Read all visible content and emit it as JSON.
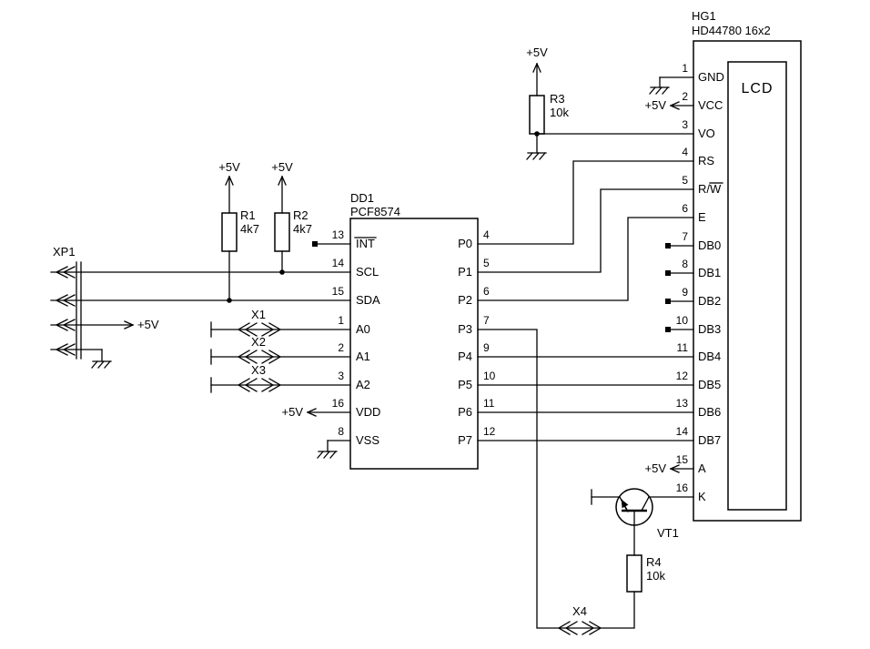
{
  "power_label": "+5V",
  "xp1": {
    "ref": "XP1"
  },
  "r1": {
    "ref": "R1",
    "value": "4k7"
  },
  "r2": {
    "ref": "R2",
    "value": "4k7"
  },
  "r3": {
    "ref": "R3",
    "value": "10k"
  },
  "r4": {
    "ref": "R4",
    "value": "10k"
  },
  "vt1": {
    "ref": "VT1"
  },
  "x1": {
    "ref": "X1"
  },
  "x2": {
    "ref": "X2"
  },
  "x3": {
    "ref": "X3"
  },
  "x4": {
    "ref": "X4"
  },
  "dd1": {
    "ref": "DD1",
    "part": "PCF8574",
    "left_pins": [
      {
        "num": "13",
        "name": "INT"
      },
      {
        "num": "14",
        "name": "SCL"
      },
      {
        "num": "15",
        "name": "SDA"
      },
      {
        "num": "1",
        "name": "A0"
      },
      {
        "num": "2",
        "name": "A1"
      },
      {
        "num": "3",
        "name": "A2"
      },
      {
        "num": "16",
        "name": "VDD"
      },
      {
        "num": "8",
        "name": "VSS"
      }
    ],
    "right_pins": [
      {
        "num": "4",
        "name": "P0"
      },
      {
        "num": "5",
        "name": "P1"
      },
      {
        "num": "6",
        "name": "P2"
      },
      {
        "num": "7",
        "name": "P3"
      },
      {
        "num": "9",
        "name": "P4"
      },
      {
        "num": "10",
        "name": "P5"
      },
      {
        "num": "11",
        "name": "P6"
      },
      {
        "num": "12",
        "name": "P7"
      }
    ]
  },
  "hg1": {
    "ref": "HG1",
    "part": "HD44780 16x2",
    "screen_label": "LCD",
    "pins": [
      {
        "num": "1",
        "name": "GND"
      },
      {
        "num": "2",
        "name": "VCC"
      },
      {
        "num": "3",
        "name": "VO"
      },
      {
        "num": "4",
        "name": "RS"
      },
      {
        "num": "5",
        "name": "R/W"
      },
      {
        "num": "6",
        "name": "E"
      },
      {
        "num": "7",
        "name": "DB0"
      },
      {
        "num": "8",
        "name": "DB1"
      },
      {
        "num": "9",
        "name": "DB2"
      },
      {
        "num": "10",
        "name": "DB3"
      },
      {
        "num": "11",
        "name": "DB4"
      },
      {
        "num": "12",
        "name": "DB5"
      },
      {
        "num": "13",
        "name": "DB6"
      },
      {
        "num": "14",
        "name": "DB7"
      },
      {
        "num": "15",
        "name": "A"
      },
      {
        "num": "16",
        "name": "K"
      }
    ]
  }
}
